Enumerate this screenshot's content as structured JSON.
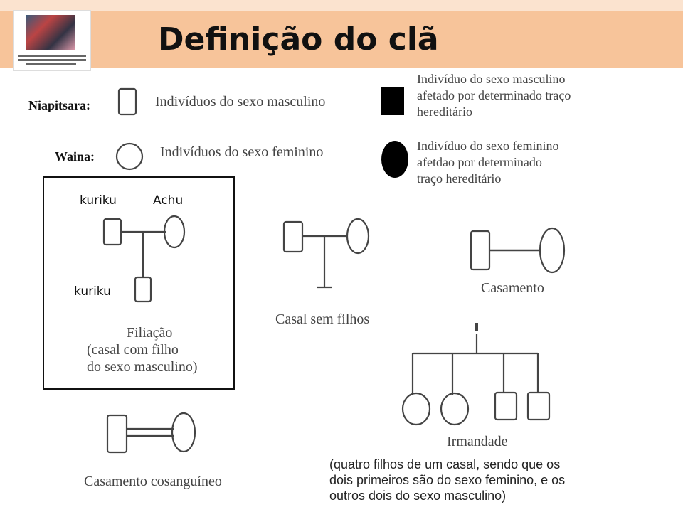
{
  "title": "Definição do clã",
  "legend": {
    "niapitsara_label": "Niapitsara:",
    "male_text": "Indivíduos do sexo masculino",
    "waina_label": "Waina:",
    "female_text": "Indivíduos do sexo feminino",
    "affected_male_lines": [
      "Indivíduo do sexo masculino",
      "afetado por determinado traço",
      "hereditário"
    ],
    "affected_female_lines": [
      "Indivíduo do sexo feminino",
      "afetdao por determinado",
      "traço hereditário"
    ]
  },
  "filiacao": {
    "father_label": "kuriku",
    "mother_label": "Achu",
    "son_label": "kuriku",
    "caption_lines": [
      "Filiação",
      "(casal com filho",
      "do sexo masculino)"
    ]
  },
  "casal_sem_filhos": "Casal sem filhos",
  "casamento": "Casamento",
  "irmandade": {
    "caption": "Irmandade",
    "note_lines": [
      "(quatro filhos de um casal, sendo que os",
      "dois primeiros são do sexo feminino, e os",
      "outros dois do sexo masculino)"
    ]
  },
  "casamento_cosanguineo": "Casamento cosanguíneo"
}
